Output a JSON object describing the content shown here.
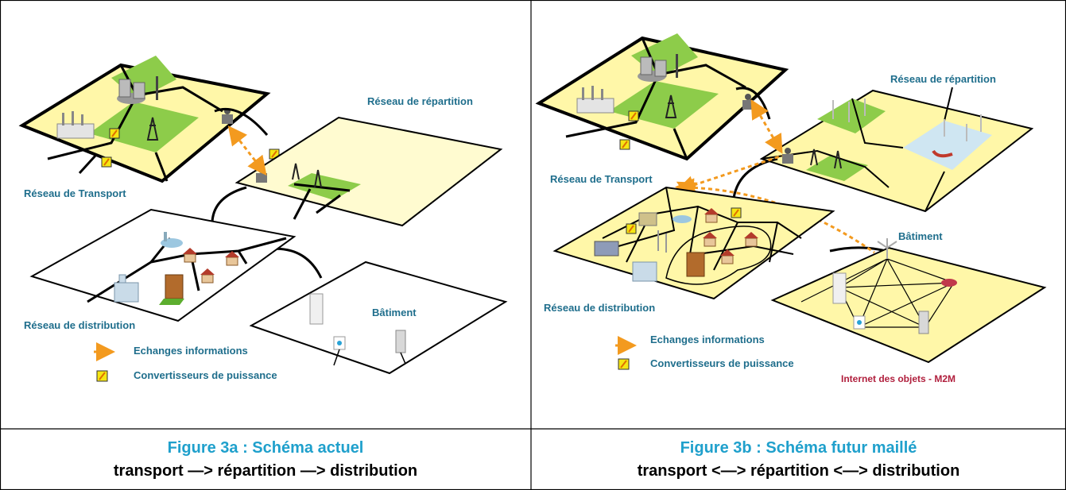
{
  "figure_a": {
    "label_transport": "Réseau de Transport",
    "label_repartition": "Réseau de répartition",
    "label_distribution": "Réseau de distribution",
    "label_batiment": "Bâtiment",
    "legend_exchanges": "Echanges informations",
    "legend_converters": "Convertisseurs de puissance",
    "caption_title": "Figure 3a : Schéma actuel",
    "caption_flow": "transport —> répartition —> distribution"
  },
  "figure_b": {
    "label_transport": "Réseau de Transport",
    "label_repartition": "Réseau de répartition",
    "label_distribution": "Réseau de distribution",
    "label_batiment": "Bâtiment",
    "label_iot": "Internet des objets - M2M",
    "legend_exchanges": "Echanges informations",
    "legend_converters": "Convertisseurs de puissance",
    "caption_title": "Figure 3b : Schéma futur maillé",
    "caption_flow": "transport <—> répartition <—> distribution"
  },
  "colors": {
    "label_blue": "#1f6e8c",
    "caption_blue": "#1fa0cc",
    "plate_yellow": "#fff7a8",
    "plate_pale": "#fffbd0",
    "field_green": "#8dcc4a",
    "exchange_orange": "#f39a1f",
    "converter_yellow": "#f5e614",
    "iot_red": "#b01e3c"
  }
}
